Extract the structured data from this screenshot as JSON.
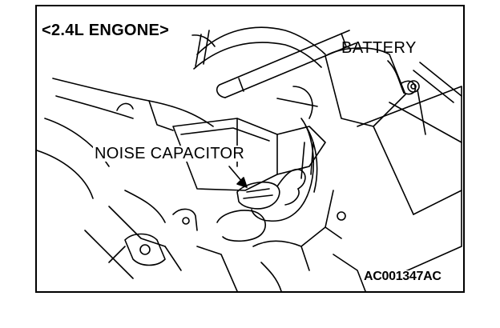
{
  "labels": {
    "engine": "<2.4L ENGONE>",
    "battery": "BATTERY",
    "noise_capacitor": "NOISE CAPACITOR",
    "figure_code": "AC001347AC"
  },
  "colors": {
    "line": "#000000",
    "background": "#ffffff"
  }
}
